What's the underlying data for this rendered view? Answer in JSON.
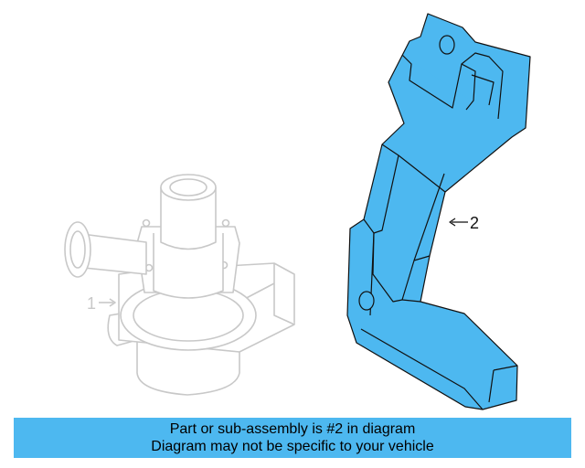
{
  "callouts": {
    "part_1": "1",
    "part_2": "2"
  },
  "caption": {
    "line1": "Part or sub-assembly is #2 in diagram",
    "line2": "Diagram may not be specific to your vehicle"
  },
  "colors": {
    "highlight": "#4db8f0",
    "highlight_stroke": "#111111",
    "ghost": "#c8c8c8",
    "caption_bg": "#4db8f0"
  }
}
